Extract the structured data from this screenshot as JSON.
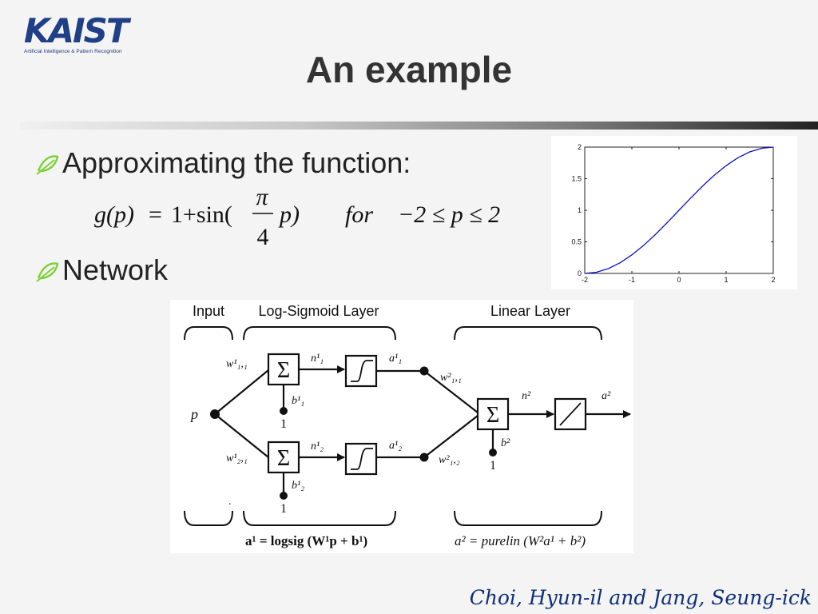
{
  "logo": {
    "name": "KAIST",
    "subtitle": "Artificial Intelligence & Pattern Recognition"
  },
  "title": "An example",
  "bullets": [
    {
      "text": "Approximating the function:"
    },
    {
      "text": "Network"
    }
  ],
  "formula": {
    "lhs": "g(p)",
    "eq": "=",
    "rhs_pre": "1+sin(",
    "num": "π",
    "den": "4",
    "rhs_post": "p)",
    "cond_for": "for",
    "cond": "−2 ≤ p ≤ 2"
  },
  "plot": {
    "x_ticks": [
      "-2",
      "-1",
      "0",
      "1",
      "2"
    ],
    "y_ticks": [
      "0",
      "0.5",
      "1",
      "1.5",
      "2"
    ]
  },
  "chart_data": {
    "type": "line",
    "xlim": [
      -2,
      2
    ],
    "ylim": [
      0,
      2
    ],
    "series": [
      {
        "x": [
          -2,
          -1.75,
          -1.5,
          -1.25,
          -1,
          -0.75,
          -0.5,
          -0.25,
          0,
          0.25,
          0.5,
          0.75,
          1,
          1.25,
          1.5,
          1.75,
          2
        ],
        "values": [
          0,
          0.019,
          0.076,
          0.169,
          0.293,
          0.444,
          0.617,
          0.805,
          1,
          1.195,
          1.383,
          1.556,
          1.707,
          1.831,
          1.924,
          1.981,
          2
        ],
        "color": "#1010c8"
      }
    ],
    "grid": false
  },
  "network": {
    "labels": {
      "input": "Input",
      "layer1": "Log-Sigmoid Layer",
      "layer2": "Linear Layer",
      "p": "p",
      "w11": "w¹₁,₁",
      "w21": "w¹₂,₁",
      "n11": "n¹₁",
      "n12": "n¹₂",
      "a11": "a¹₁",
      "a12": "a¹₂",
      "b11": "b¹₁",
      "b12": "b¹₂",
      "one": "1",
      "w211": "w²₁,₁",
      "w212": "w²₁,₂",
      "n2": "n²",
      "a2": "a²",
      "b2": "b²",
      "sum": "Σ",
      "eq1": "a¹ = logsig (W¹p + b¹)",
      "eq2": "a² = purelin (W²a¹ + b²)"
    }
  },
  "footer": "Choi, Hyun-il and Jang, Seung-ick",
  "colors": {
    "logo": "#1f3f86",
    "bullet_mark": "#7fd13b",
    "footer": "#0f2f7a",
    "curve": "#1010c8"
  }
}
